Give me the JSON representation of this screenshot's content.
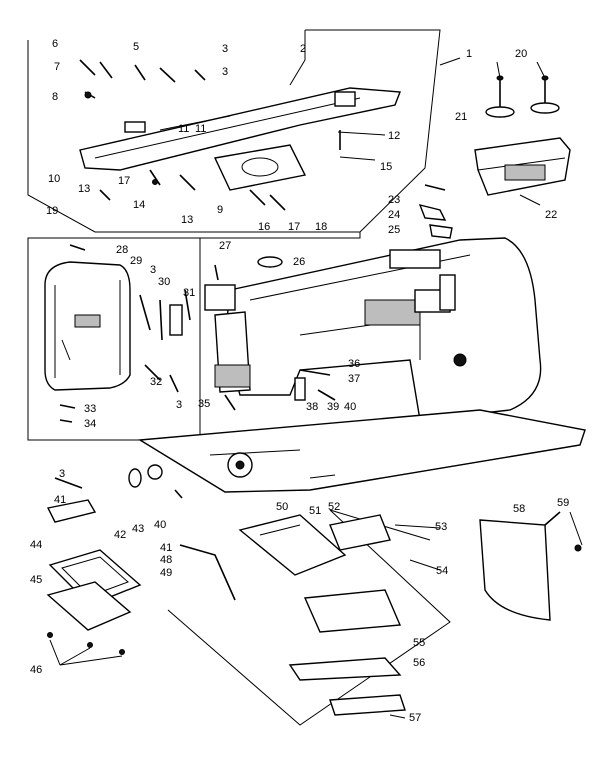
{
  "diagram": {
    "callouts": [
      {
        "id": "c1",
        "text": "1"
      },
      {
        "id": "c2",
        "text": "2"
      },
      {
        "id": "c3a",
        "text": "3"
      },
      {
        "id": "c3b",
        "text": "3"
      },
      {
        "id": "c5",
        "text": "5"
      },
      {
        "id": "c6",
        "text": "6"
      },
      {
        "id": "c7",
        "text": "7"
      },
      {
        "id": "c8",
        "text": "8"
      },
      {
        "id": "c9",
        "text": "9"
      },
      {
        "id": "c10",
        "text": "10"
      },
      {
        "id": "c11a",
        "text": "11"
      },
      {
        "id": "c11b",
        "text": "11"
      },
      {
        "id": "c12",
        "text": "12"
      },
      {
        "id": "c13a",
        "text": "13"
      },
      {
        "id": "c13b",
        "text": "13"
      },
      {
        "id": "c14",
        "text": "14"
      },
      {
        "id": "c15",
        "text": "15"
      },
      {
        "id": "c16",
        "text": "16"
      },
      {
        "id": "c17a",
        "text": "17"
      },
      {
        "id": "c17b",
        "text": "17"
      },
      {
        "id": "c18",
        "text": "18"
      },
      {
        "id": "c19",
        "text": "19"
      },
      {
        "id": "c20",
        "text": "20"
      },
      {
        "id": "c21",
        "text": "21"
      },
      {
        "id": "c22",
        "text": "22"
      },
      {
        "id": "c23",
        "text": "23"
      },
      {
        "id": "c24",
        "text": "24"
      },
      {
        "id": "c25",
        "text": "25"
      },
      {
        "id": "c26",
        "text": "26"
      },
      {
        "id": "c27",
        "text": "27"
      },
      {
        "id": "c28",
        "text": "28"
      },
      {
        "id": "c29",
        "text": "29"
      },
      {
        "id": "c3c",
        "text": "3"
      },
      {
        "id": "c30",
        "text": "30"
      },
      {
        "id": "c31",
        "text": "31"
      },
      {
        "id": "c32",
        "text": "32"
      },
      {
        "id": "c3d",
        "text": "3"
      },
      {
        "id": "c33",
        "text": "33"
      },
      {
        "id": "c34",
        "text": "34"
      },
      {
        "id": "c35",
        "text": "35"
      },
      {
        "id": "c36",
        "text": "36"
      },
      {
        "id": "c37",
        "text": "37"
      },
      {
        "id": "c38",
        "text": "38"
      },
      {
        "id": "c39",
        "text": "39"
      },
      {
        "id": "c40a",
        "text": "40"
      },
      {
        "id": "c3e",
        "text": "3"
      },
      {
        "id": "c41a",
        "text": "41"
      },
      {
        "id": "c42",
        "text": "42"
      },
      {
        "id": "c43",
        "text": "43"
      },
      {
        "id": "c40b",
        "text": "40"
      },
      {
        "id": "c50",
        "text": "50"
      },
      {
        "id": "c51",
        "text": "51"
      },
      {
        "id": "c52",
        "text": "52"
      },
      {
        "id": "c53",
        "text": "53"
      },
      {
        "id": "c41b",
        "text": "41"
      },
      {
        "id": "c48",
        "text": "48"
      },
      {
        "id": "c49",
        "text": "49"
      },
      {
        "id": "c54",
        "text": "54"
      },
      {
        "id": "c44",
        "text": "44"
      },
      {
        "id": "c45",
        "text": "45"
      },
      {
        "id": "c46",
        "text": "46"
      },
      {
        "id": "c58",
        "text": "58"
      },
      {
        "id": "c59",
        "text": "59"
      },
      {
        "id": "c55",
        "text": "55"
      },
      {
        "id": "c56",
        "text": "56"
      },
      {
        "id": "c57",
        "text": "57"
      }
    ]
  }
}
